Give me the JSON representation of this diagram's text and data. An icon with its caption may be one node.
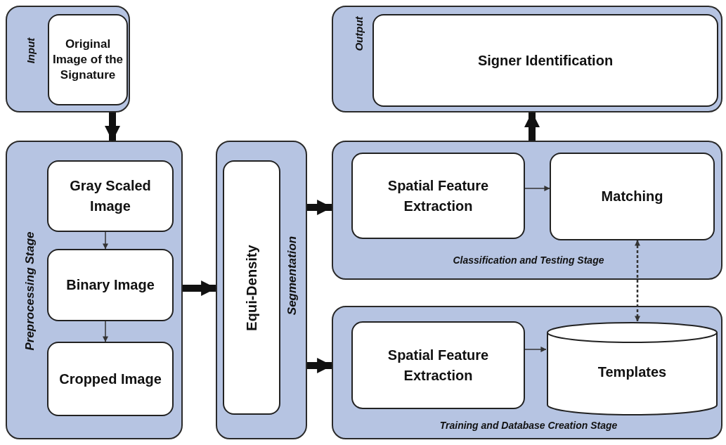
{
  "diagram": {
    "nodes": [
      {
        "text": [
          "Input"
        ]
      },
      {
        "text": [
          "Original Image of the Signature"
        ],
        "in": 0
      },
      {
        "text": [
          "Output"
        ]
      },
      {
        "text": [
          "Signer Identification"
        ],
        "in": 2
      },
      {
        "text": [
          "Preprocessing Stage"
        ]
      },
      {
        "text": [
          "Gray Scaled Image"
        ],
        "in": 4
      },
      {
        "text": [
          "Binary Image"
        ],
        "in": 4
      },
      {
        "text": [
          "Cropped Image"
        ],
        "in": 4
      },
      {
        "text": [
          "Segmentation"
        ]
      },
      {
        "text": [
          "Equi-Density"
        ],
        "in": 8
      },
      {
        "text": [
          "Classification and Testing Stage"
        ]
      },
      {
        "text": [
          "Spatial Feature Extraction"
        ],
        "in": 10
      },
      {
        "text": [
          "Matching"
        ],
        "in": 10
      },
      {
        "text": [
          "Training and Database Creation Stage"
        ]
      },
      {
        "text": [
          "Spatial Feature Extraction"
        ],
        "in": 13
      },
      {
        "text": [
          "Templates"
        ],
        "in": 13
      }
    ],
    "edges": [
      {
        "from": 0,
        "to": 4,
        "arrow": "to",
        "style": "thick"
      },
      {
        "from": 5,
        "to": 6,
        "arrow": "to"
      },
      {
        "from": 6,
        "to": 7,
        "arrow": "to"
      },
      {
        "from": 4,
        "to": 8,
        "arrow": "to",
        "style": "thick"
      },
      {
        "from": 8,
        "to": 10,
        "arrow": "to",
        "style": "thick"
      },
      {
        "from": 8,
        "to": 13,
        "arrow": "to",
        "style": "thick"
      },
      {
        "from": 11,
        "to": 12,
        "arrow": "to"
      },
      {
        "from": 14,
        "to": 15,
        "arrow": "to"
      },
      {
        "from": 10,
        "to": 2,
        "arrow": "to",
        "style": "thick"
      },
      {
        "from": 12,
        "to": 15,
        "arrow": "both",
        "style": "dashed"
      }
    ]
  }
}
